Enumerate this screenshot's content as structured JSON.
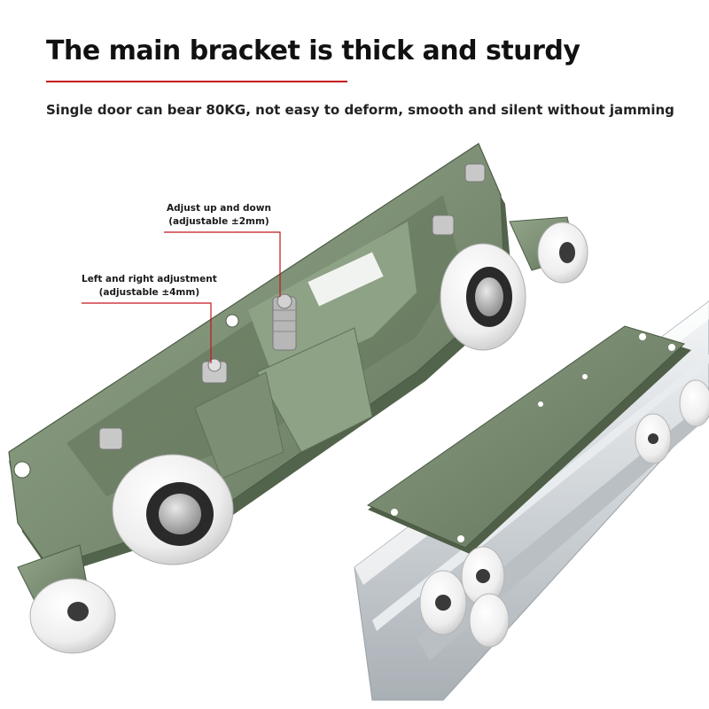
{
  "header": {
    "title": "The main bracket is thick and sturdy",
    "subtitle": "Single door can bear 80KG, not easy to deform, smooth and silent without jamming",
    "accent_color": "#c4161c"
  },
  "callouts": {
    "up_down": {
      "title": "Adjust up and down",
      "detail": "(adjustable ±2mm)"
    },
    "left_right": {
      "title": "Left and right adjustment",
      "detail": "(adjustable ±4mm)"
    }
  },
  "colors": {
    "bracket_green": "#7f9277",
    "wheel_white": "#f2f2f2",
    "track_aluminum": "#d9dde0"
  }
}
